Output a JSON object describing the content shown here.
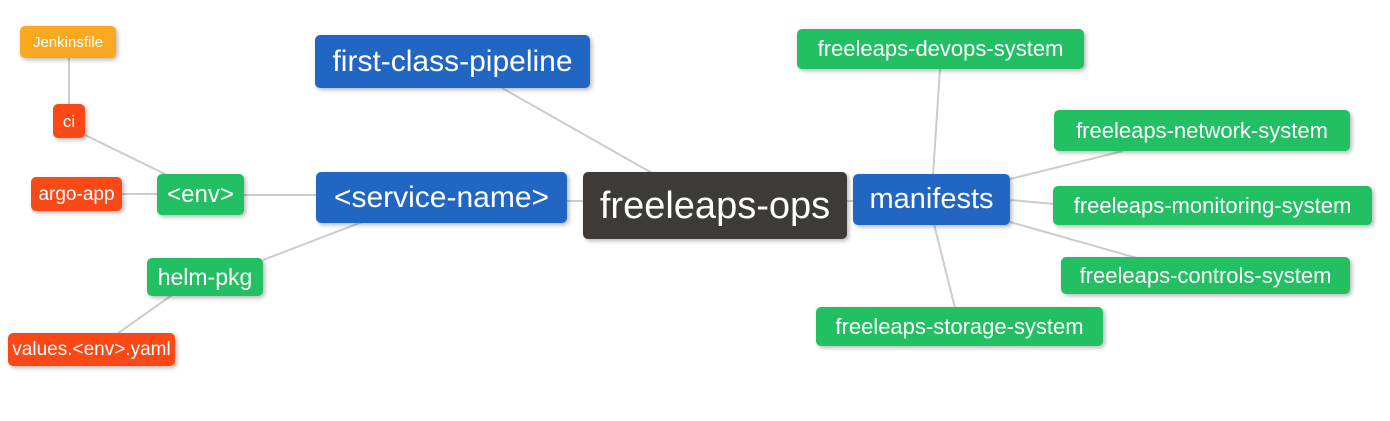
{
  "diagram": {
    "type": "mindmap",
    "center_node": "freeleaps-ops",
    "palette": {
      "blue": "#2266C4",
      "green": "#23BF63",
      "red": "#FA4816",
      "orange": "#FAA820",
      "dark": "#3D3A37",
      "line": "#CCCCCC",
      "text": "#FFFFFF",
      "background": "#FFFFFF"
    },
    "nodes": [
      {
        "id": "jenkinsfile",
        "label": "Jenkinsfile",
        "color": "#FAA820"
      },
      {
        "id": "ci",
        "label": "ci",
        "color": "#FA4816"
      },
      {
        "id": "argo-app",
        "label": "argo-app",
        "color": "#FA4816"
      },
      {
        "id": "env",
        "label": "<env>",
        "color": "#23BF63"
      },
      {
        "id": "first-class-pipeline",
        "label": "first-class-pipeline",
        "color": "#2266C4"
      },
      {
        "id": "service-name",
        "label": "<service-name>",
        "color": "#2266C4"
      },
      {
        "id": "helm-pkg",
        "label": "helm-pkg",
        "color": "#23BF63"
      },
      {
        "id": "values-env-yaml",
        "label": "values.<env>.yaml",
        "color": "#FA4816"
      },
      {
        "id": "freeleaps-ops",
        "label": "freeleaps-ops",
        "color": "#3D3A37"
      },
      {
        "id": "manifests",
        "label": "manifests",
        "color": "#2266C4"
      },
      {
        "id": "freeleaps-devops-system",
        "label": "freeleaps-devops-system",
        "color": "#23BF63"
      },
      {
        "id": "freeleaps-network-system",
        "label": "freeleaps-network-system",
        "color": "#23BF63"
      },
      {
        "id": "freeleaps-monitoring-system",
        "label": "freeleaps-monitoring-system",
        "color": "#23BF63"
      },
      {
        "id": "freeleaps-controls-system",
        "label": "freeleaps-controls-system",
        "color": "#23BF63"
      },
      {
        "id": "freeleaps-storage-system",
        "label": "freeleaps-storage-system",
        "color": "#23BF63"
      }
    ],
    "edges": [
      {
        "from": "Jenkinsfile",
        "to": "ci"
      },
      {
        "from": "ci",
        "to": "<env>"
      },
      {
        "from": "argo-app",
        "to": "<env>"
      },
      {
        "from": "<env>",
        "to": "<service-name>"
      },
      {
        "from": "<service-name>",
        "to": "helm-pkg"
      },
      {
        "from": "helm-pkg",
        "to": "values.<env>.yaml"
      },
      {
        "from": "<service-name>",
        "to": "freeleaps-ops"
      },
      {
        "from": "first-class-pipeline",
        "to": "freeleaps-ops"
      },
      {
        "from": "freeleaps-ops",
        "to": "manifests"
      },
      {
        "from": "manifests",
        "to": "freeleaps-devops-system"
      },
      {
        "from": "manifests",
        "to": "freeleaps-network-system"
      },
      {
        "from": "manifests",
        "to": "freeleaps-monitoring-system"
      },
      {
        "from": "manifests",
        "to": "freeleaps-controls-system"
      },
      {
        "from": "manifests",
        "to": "freeleaps-storage-system"
      }
    ]
  }
}
